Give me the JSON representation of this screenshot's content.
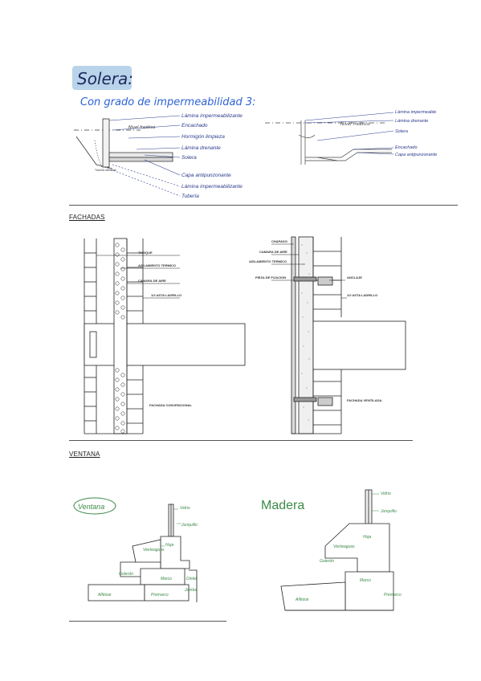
{
  "solera": {
    "title": "Solera:",
    "subtitle": "Con grado de impermeabilidad 3:",
    "nivel_freatico": "Nivel freático",
    "left_labels": [
      "Lámina impermeabilizante",
      "Encachado",
      "Hormigón limpieza",
      "Lámina drenante",
      "Solera",
      "Capa antipunzonante",
      "Lámina impermeabilizante",
      "Tubería"
    ],
    "right_nivel": "Nivel freático",
    "right_labels": [
      "Lámina impermeable",
      "Lámina drenante",
      "Solera",
      "Encachado",
      "Capa antipunzonante"
    ],
    "small_note": "Tubería drenante"
  },
  "fachadas": {
    "heading": "FACHADAS",
    "left_labels": [
      "TABIQUE",
      "AISLAMIENTO TERMICO",
      "CAMARA DE AIRE",
      "1/2  ASTA LADRILLO"
    ],
    "left_caption": "FACHADA CONVENCIONAL",
    "right_labels": [
      "CHAPADO",
      "CAMARA DE AIRE",
      "AISLAMIENTO TERMICO",
      "PIEZA DE FIJACION",
      "ANCLAJE",
      "1/2  ASTA LADRILLO"
    ],
    "right_caption": "FACHADA VENTILADA"
  },
  "ventana": {
    "heading": "VENTANA",
    "left_tag": "Ventana",
    "left_labels": [
      "Vidrio",
      "Junquillo",
      "Hoja",
      "Vierteaguas",
      "Goterón",
      "Marco",
      "Premarco",
      "Alféizar",
      "Dintel",
      "Jamba"
    ],
    "right_tag": "Madera",
    "right_labels": [
      "Vidrio",
      "Junquillo",
      "Hoja",
      "Vierteaguas",
      "Goterón",
      "Marco",
      "Alféizar",
      "Premarco"
    ]
  }
}
